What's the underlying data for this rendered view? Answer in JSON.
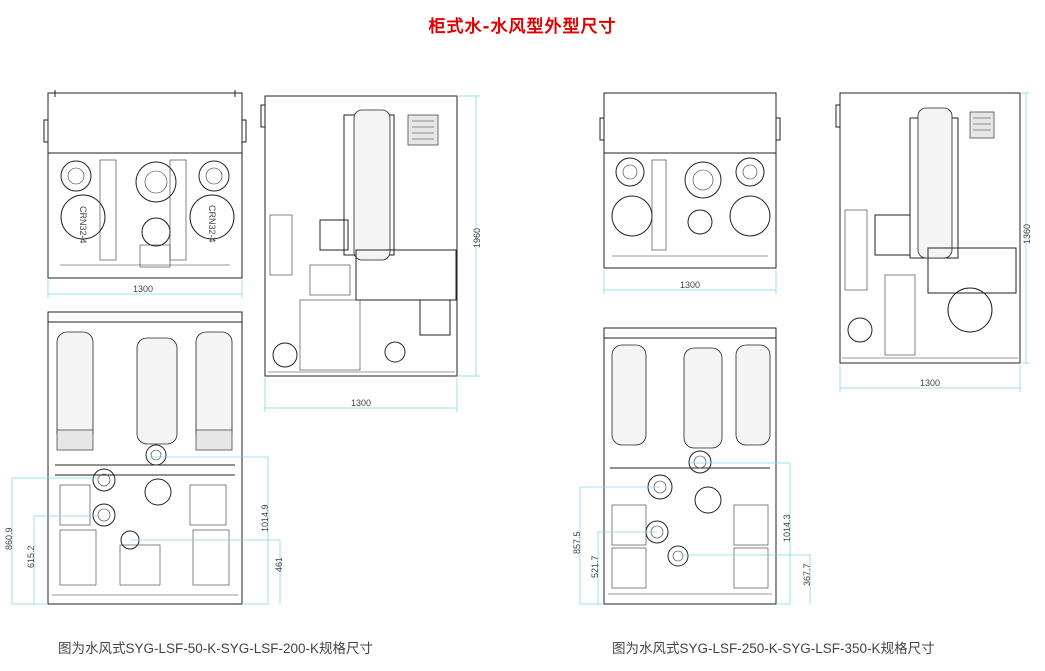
{
  "title": "柜式水-水风型外型尺寸",
  "captions": {
    "left": "图为水风式SYG-LSF-50-K-SYG-LSF-200-K规格尺寸",
    "right": "图为水风式SYG-LSF-250-K-SYG-LSF-350-K规格尺寸"
  },
  "left_set": {
    "front_width": "1300",
    "side_width": "1300",
    "side_height": "1960",
    "pump_label": "CRN32-4",
    "plan_dims": [
      "860.9",
      "615.2",
      "1014.9",
      "461"
    ]
  },
  "right_set": {
    "front_width": "1300",
    "side_width": "1300",
    "side_height": "1360",
    "plan_dims": [
      "857.5",
      "521.7",
      "1014.3",
      "367.7"
    ]
  },
  "colors": {
    "title": "#e00000",
    "dimension": "#7fd8e8"
  }
}
